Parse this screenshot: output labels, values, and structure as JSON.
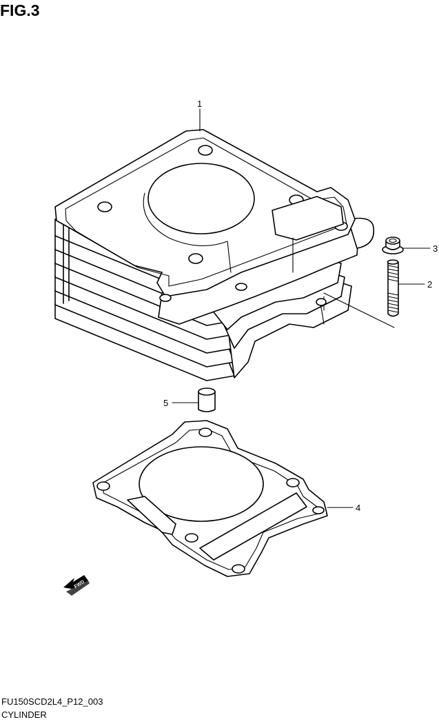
{
  "figure": {
    "title": "FIG.3"
  },
  "callouts": [
    {
      "id": "1",
      "label": "1"
    },
    {
      "id": "2",
      "label": "2"
    },
    {
      "id": "3",
      "label": "3"
    },
    {
      "id": "4",
      "label": "4"
    },
    {
      "id": "5",
      "label": "5"
    }
  ],
  "fwd_arrow": {
    "label": "FWD"
  },
  "footer": {
    "code": "FU150SCD2L4_P12_003",
    "name": "CYLINDER"
  }
}
